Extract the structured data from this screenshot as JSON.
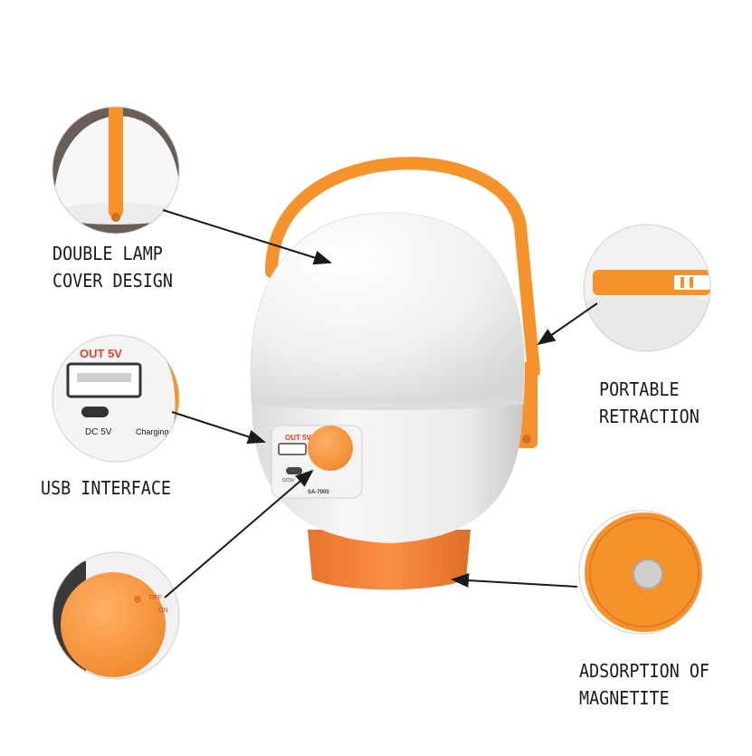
{
  "callouts": {
    "cover": {
      "line1": "DOUBLE LAMP",
      "line2": "COVER DESIGN"
    },
    "usb": {
      "line1": "USB INTERFACE"
    },
    "handle": {
      "line1": "PORTABLE",
      "line2": "RETRACTION"
    },
    "magnet": {
      "line1": "ADSORPTION OF",
      "line2": "MAGNETITE"
    }
  },
  "port_panel": {
    "out_label": "OUT 5V",
    "dc_label": "DC 5V",
    "charging_label": "Charging"
  },
  "product_panel": {
    "out_label": "OUT 5V",
    "dc_label": "DC5V",
    "model_label": "SA-7005"
  },
  "switch_panel": {
    "off_label": "OFF",
    "on_label": "ON"
  },
  "colors": {
    "accent_orange": "#f5922a",
    "body_white": "#eeeeee",
    "lamp_cover": "#f4f4f4",
    "arrow": "#1a1a1a"
  }
}
